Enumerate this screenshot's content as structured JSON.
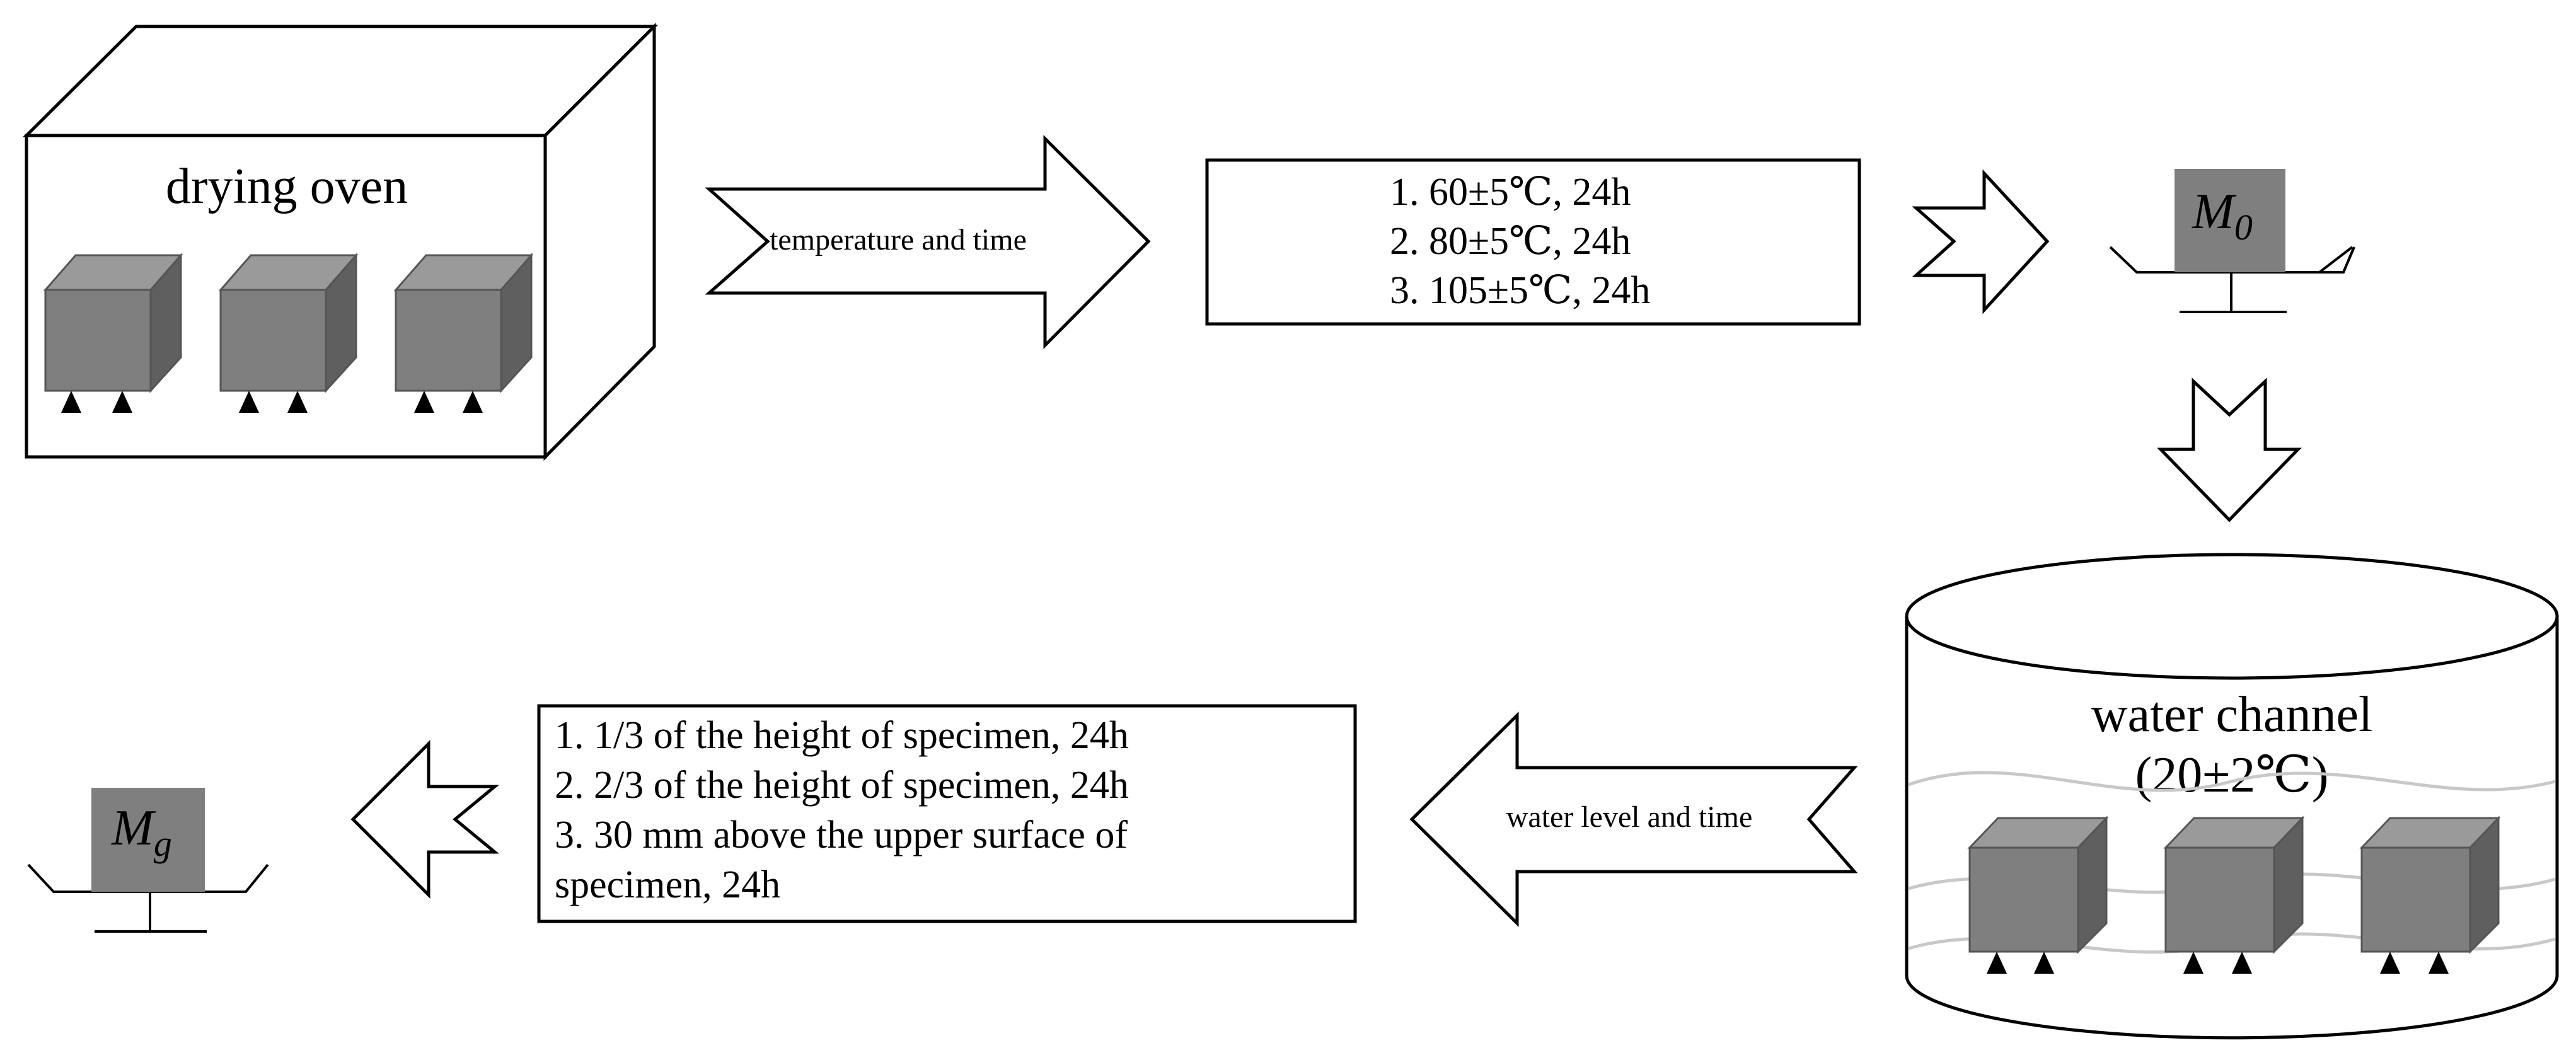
{
  "oven": {
    "label": "drying oven"
  },
  "arrow1": {
    "label": "temperature and time"
  },
  "drying_conditions": {
    "lines": [
      "1. 60±5℃, 24h",
      "2. 80±5℃, 24h",
      "3. 105±5℃, 24h"
    ]
  },
  "scale_top": {
    "symbol": "M",
    "subscript": "0"
  },
  "tank": {
    "label": "water channel",
    "temperature": "(20±2℃)"
  },
  "arrow2": {
    "label": "water level and time"
  },
  "immersion_conditions": {
    "lines": [
      "1. 1/3 of the height of specimen, 24h",
      "2. 2/3 of the height of specimen, 24h",
      "3. 30 mm above the upper surface of",
      "specimen, 24h"
    ]
  },
  "scale_bottom": {
    "symbol": "M",
    "subscript": "g"
  },
  "colors": {
    "specimen_front": "#7f7f7f",
    "specimen_top": "#9a9a9a",
    "specimen_side": "#5f5f5f",
    "wave": "#c8c8c8",
    "stroke": "#000000"
  }
}
